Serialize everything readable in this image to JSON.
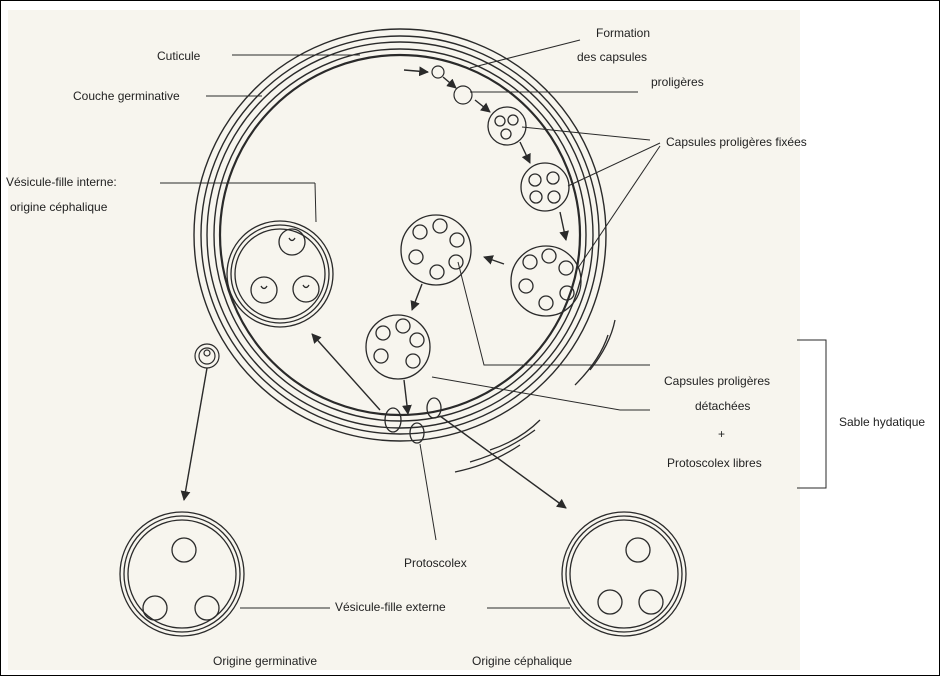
{
  "labels": {
    "cuticle": "Cuticule",
    "germinal_layer": "Couche germinative",
    "formation_line1": "Formation",
    "formation_line2": "des capsules",
    "formation_line3": "proligères",
    "fixed_capsules": "Capsules proligères fixées",
    "internal_vesicle_line1": "Vésicule-fille interne:",
    "internal_vesicle_line2": "origine céphalique",
    "detached_line1": "Capsules proligères",
    "detached_line2": "détachées",
    "detached_plus": "+",
    "free_protoscolex": "Protoscolex libres",
    "hydatid_sand": "Sable hydatique",
    "protoscolex": "Protoscolex",
    "external_vesicle": "Vésicule-fille externe",
    "germinative_origin": "Origine germinative",
    "cephalic_origin": "Origine céphalique"
  },
  "colors": {
    "ink": "#2a2a2a",
    "paper": "#f7f5ee",
    "frame": "#000000"
  }
}
